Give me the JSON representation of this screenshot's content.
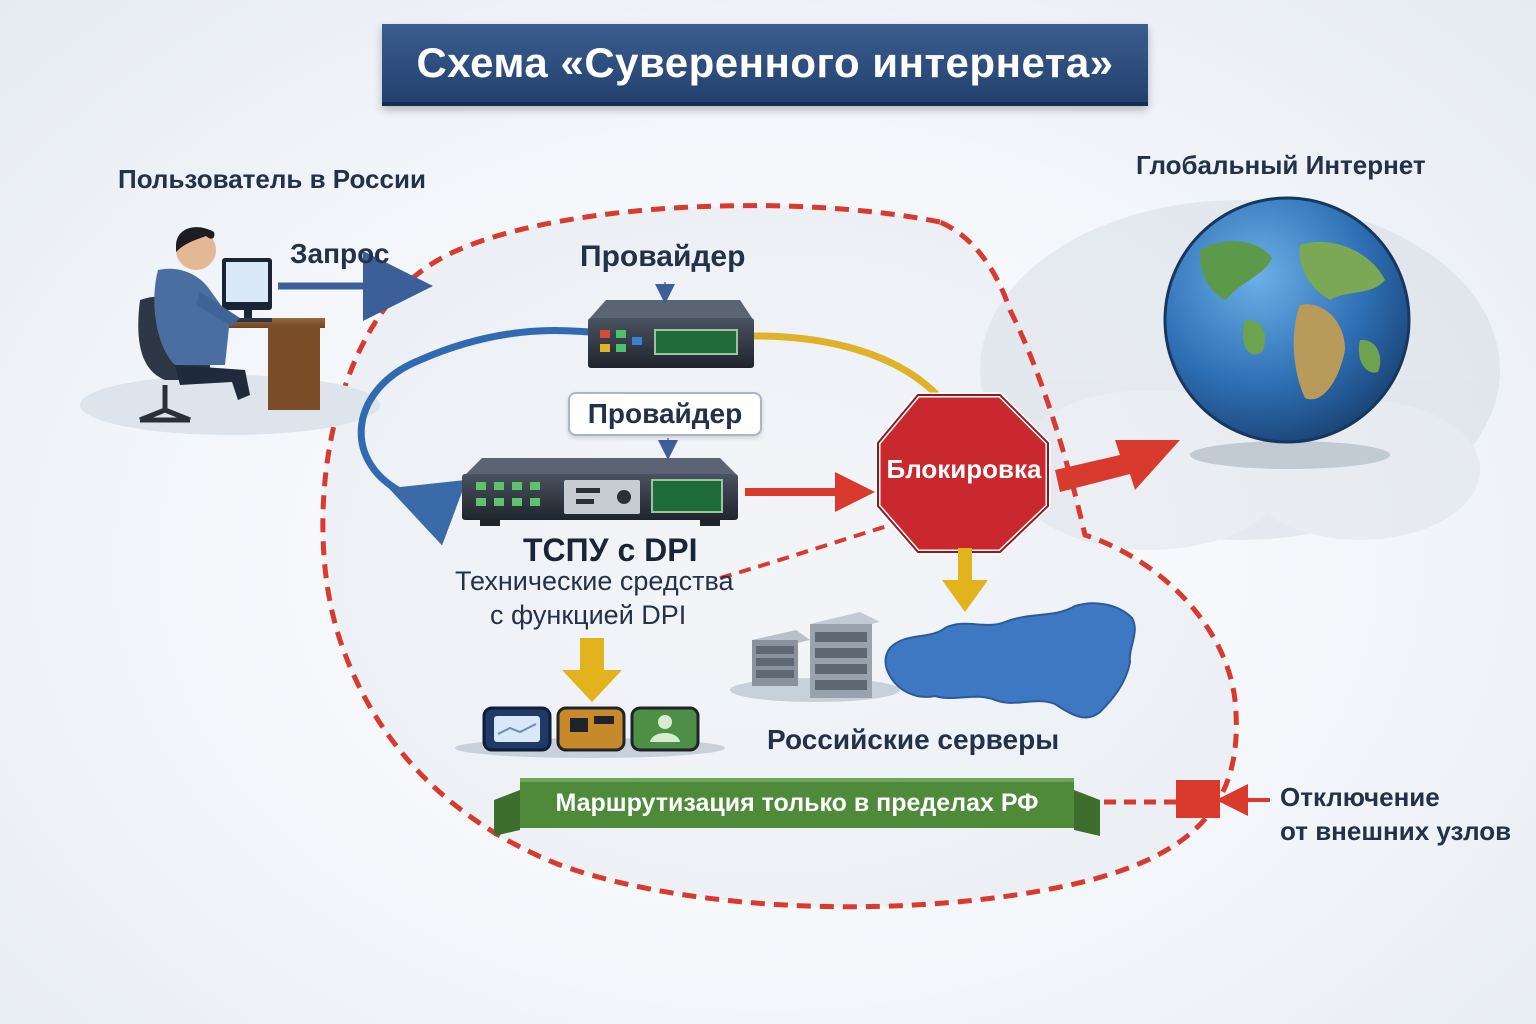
{
  "title": "Схема «Суверенного интернета»",
  "labels": {
    "user": "Пользователь в России",
    "request": "Запрос",
    "provider_top": "Провайдер",
    "provider_tag": "Провайдер",
    "tspu_title": "ТСПУ с DPI",
    "tspu_desc_line1": "Технические средства",
    "tspu_desc_line2": "с функцией DPI",
    "blocking": "Блокировка",
    "global_internet": "Глобальный Интернет",
    "russian_servers": "Российские серверы",
    "routing": "Маршрутизация только в пределах РФ",
    "disconnect_line1": "Отключение",
    "disconnect_line2": "от внешних узлов"
  },
  "icons": [
    "person-at-desk-icon",
    "router-icon",
    "dpi-device-icon",
    "stop-sign-icon",
    "globe-icon",
    "server-rack-icon",
    "russia-map-icon",
    "app-tile-icons"
  ],
  "colors": {
    "title_bg": "#2f5083",
    "boundary": "#d83a2e",
    "block": "#c8282e",
    "routing_bg": "#4e8a3a",
    "arrow_blue": "#3b6aa8",
    "arrow_yellow": "#e3b31d"
  }
}
